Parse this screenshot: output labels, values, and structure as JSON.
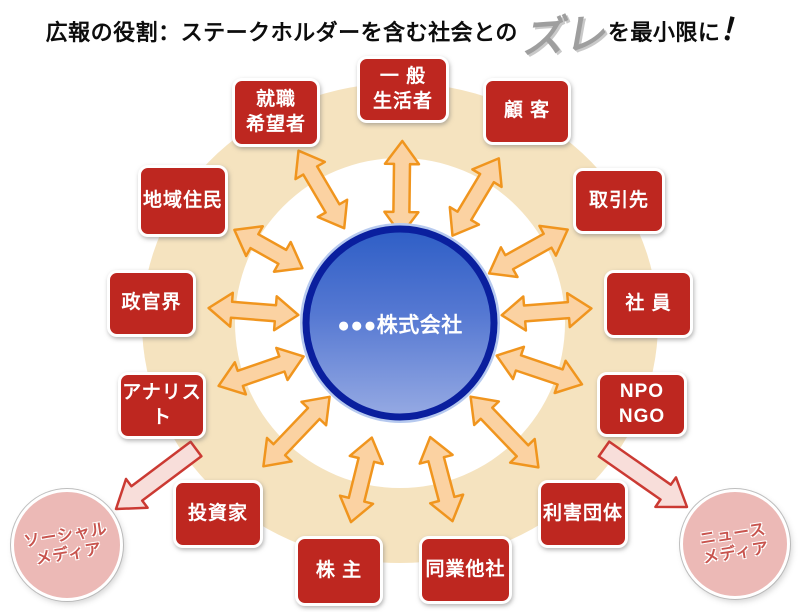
{
  "title": {
    "prefix": "広報の役割：ステークホルダーを含む社会との",
    "highlight": "ズレ",
    "suffix": "を最小限に",
    "exclamation": "！"
  },
  "center": {
    "label": "●●●株式会社"
  },
  "stakeholders": [
    {
      "id": "ippan",
      "lines": [
        "一 般",
        "生活者"
      ]
    },
    {
      "id": "kokyaku",
      "lines": [
        "顧 客"
      ]
    },
    {
      "id": "torihiki",
      "lines": [
        "取引先"
      ]
    },
    {
      "id": "shain",
      "lines": [
        "社 員"
      ]
    },
    {
      "id": "npo",
      "lines": [
        "NPO",
        "NGO"
      ]
    },
    {
      "id": "rigai",
      "lines": [
        "利害団体"
      ]
    },
    {
      "id": "dogyo",
      "lines": [
        "同業他社"
      ]
    },
    {
      "id": "kabunushi",
      "lines": [
        "株 主"
      ]
    },
    {
      "id": "toshika",
      "lines": [
        "投資家"
      ]
    },
    {
      "id": "analyst",
      "lines": [
        "アナリスト"
      ]
    },
    {
      "id": "seikan",
      "lines": [
        "政官界"
      ]
    },
    {
      "id": "chiiki",
      "lines": [
        "地域住民"
      ]
    },
    {
      "id": "shushoku",
      "lines": [
        "就職",
        "希望者"
      ]
    }
  ],
  "media": [
    {
      "id": "social",
      "lines": [
        "ソーシャル",
        "メディア"
      ]
    },
    {
      "id": "news",
      "lines": [
        "ニュース",
        "メディア"
      ]
    }
  ],
  "colors": {
    "box_red": "#BE2720",
    "ring_beige": "#F5E3BF",
    "inner_white": "#FFFFFF",
    "arrow_fill": "#FBD2A2",
    "arrow_stroke": "#F0951E",
    "circle_navy": "#0A1F9E",
    "circle_top": "#2E5EC6",
    "circle_mid": "#5578D2",
    "circle_bottom": "#96AAE3",
    "circle_rim": "#B6C9EF",
    "media_pink": "#ECB9B6",
    "media_text": "#C8544E",
    "media_arrow_fill": "#F8DEDA",
    "media_arrow_stroke": "#CB3A33",
    "title_gray": "#9E9E9E",
    "title_gray_light": "#C9C9C9"
  }
}
